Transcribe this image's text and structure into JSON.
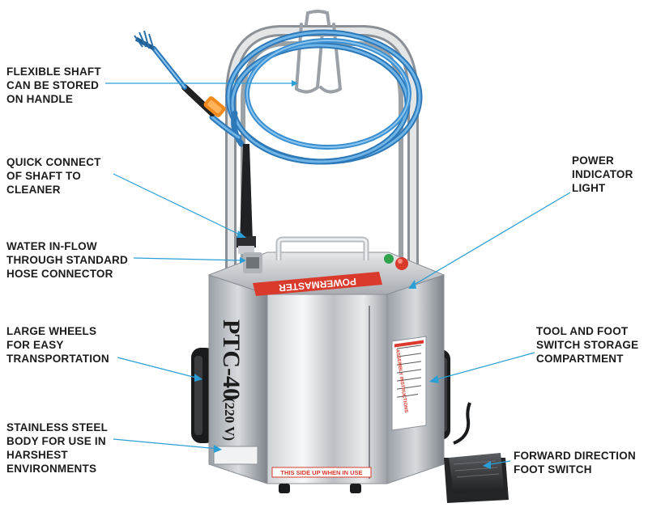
{
  "callouts": {
    "flexible_shaft": [
      "FLEXIBLE SHAFT",
      "CAN BE STORED",
      "ON HANDLE"
    ],
    "quick_connect": [
      "QUICK CONNECT",
      "OF SHAFT TO",
      "CLEANER"
    ],
    "water_inflow": [
      "WATER IN-FLOW",
      "THROUGH STANDARD",
      "HOSE CONNECTOR"
    ],
    "large_wheels": [
      "LARGE WHEELS",
      "FOR EASY",
      "TRANSPORTATION"
    ],
    "stainless_body": [
      "STAINLESS STEEL",
      "BODY FOR USE IN",
      "HARSHEST",
      "ENVIRONMENTS"
    ],
    "power_light": [
      "POWER",
      "INDICATOR",
      "LIGHT"
    ],
    "storage_compartment": [
      "TOOL AND FOOT",
      "SWITCH STORAGE",
      "COMPARTMENT"
    ],
    "foot_switch": [
      "FORWARD DIRECTION",
      "FOOT SWITCH"
    ]
  },
  "product": {
    "brand": "POWERMASTER",
    "model": "PTC-40",
    "voltage": "(220 V)",
    "side_label": "THIS SIDE UP WHEN IN USE",
    "instructions_title": "ASSEMBLY INSTRUCTIONS"
  },
  "colors": {
    "leader_line": "#2a9fd6",
    "hose_blue": "#3b8fd0",
    "steel": "#c9ccd0",
    "brand_red": "#d93a2b"
  }
}
